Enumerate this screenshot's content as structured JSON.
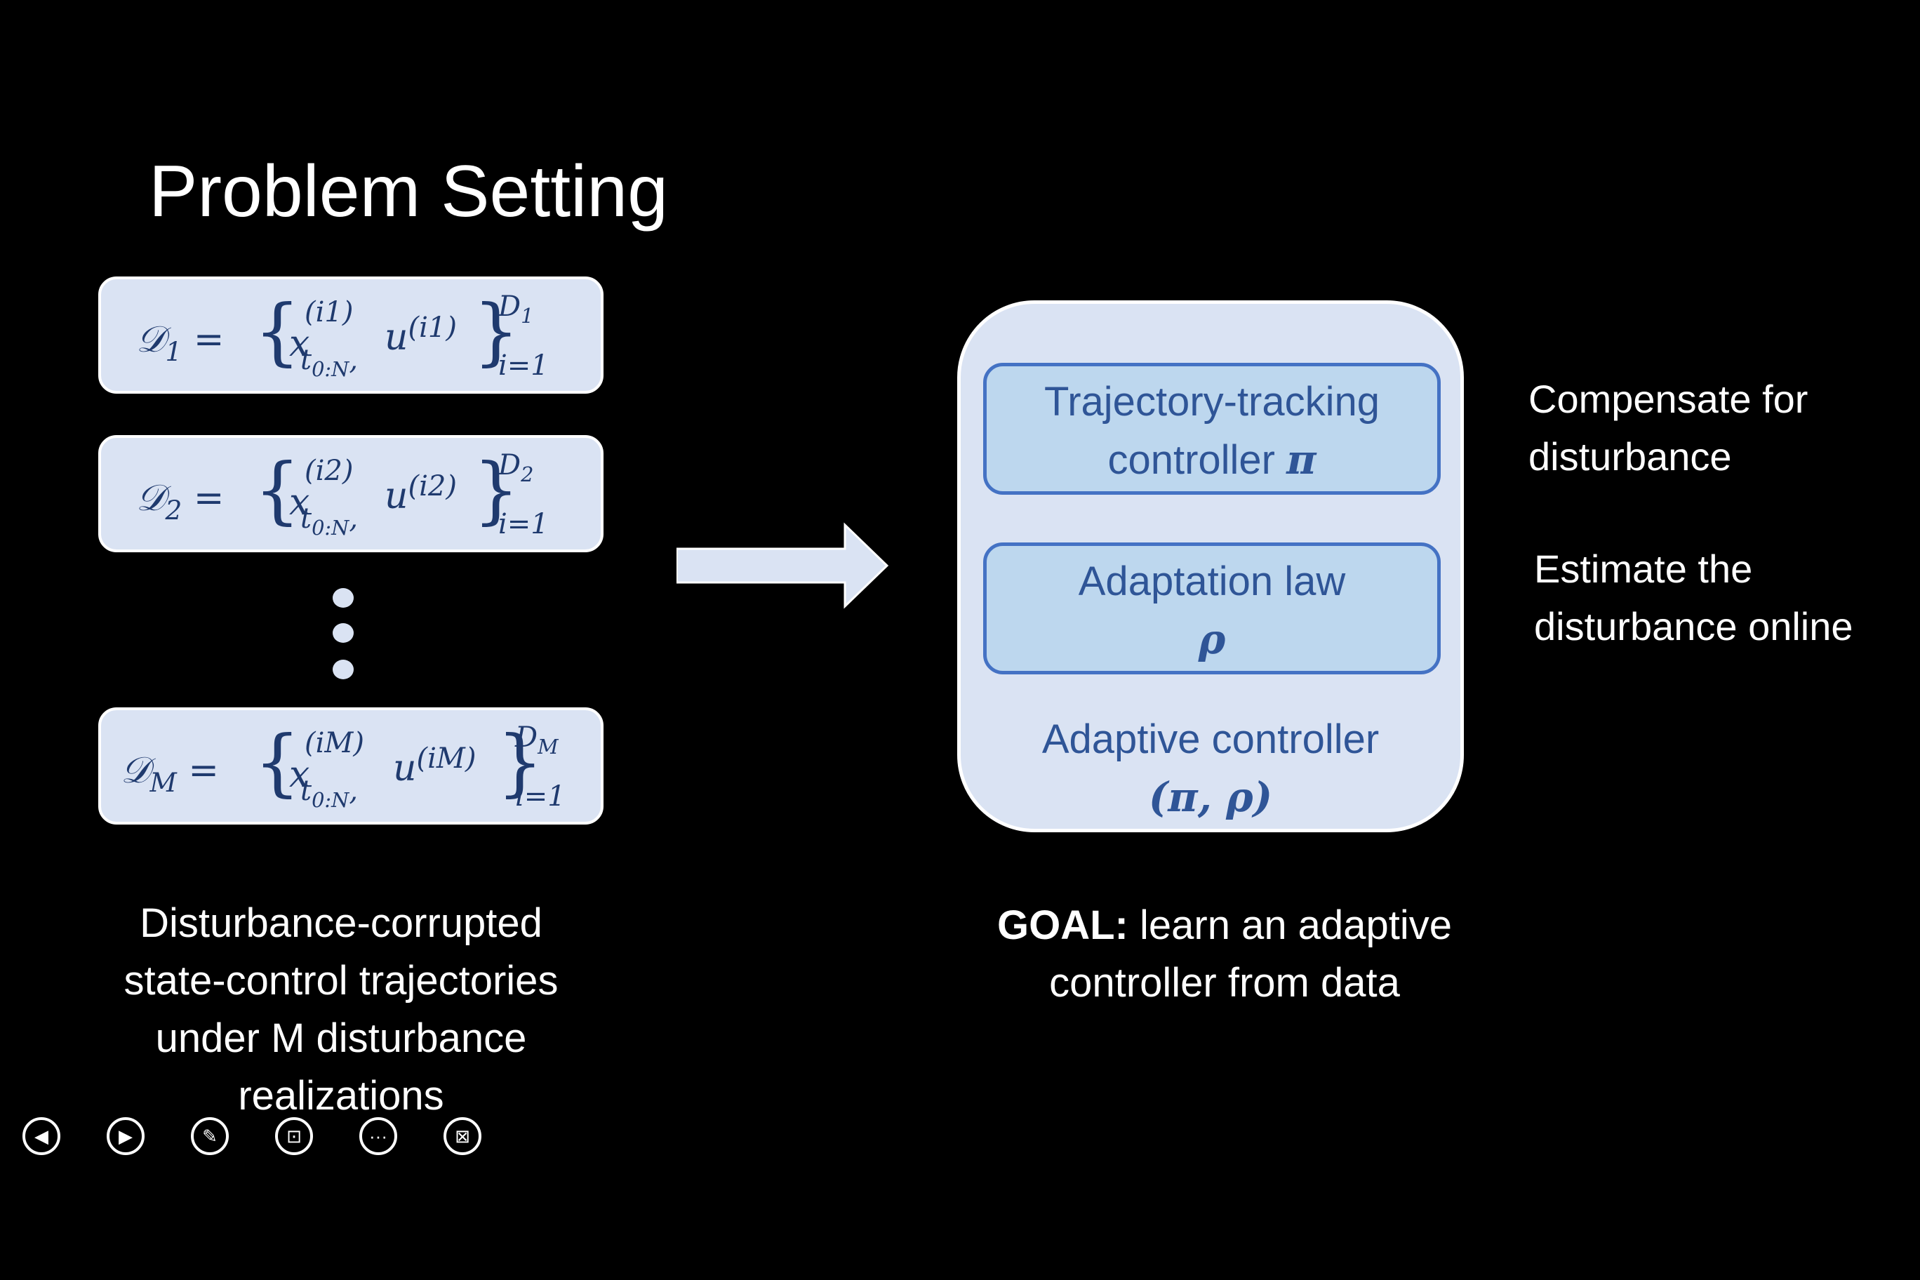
{
  "slide": {
    "title": "Problem Setting"
  },
  "datasets": [
    {
      "lhs": "𝒟",
      "lhs_sub": "1",
      "sup": "(i1)",
      "size_sup": "D",
      "size_sup_sub": "1"
    },
    {
      "lhs": "𝒟",
      "lhs_sub": "2",
      "sup": "(i2)",
      "size_sup": "D",
      "size_sup_sub": "2"
    },
    {
      "lhs": "𝒟",
      "lhs_sub": "M",
      "sup": "(iM)",
      "size_sup": "D",
      "size_sup_sub": "M"
    }
  ],
  "formula_common": {
    "equals": "=",
    "x": "x",
    "time_range": "t",
    "time_range_sub": "0:N",
    "comma": ",",
    "u": "u",
    "index_lower": "i=1"
  },
  "diagram": {
    "box1_line1": "Trajectory-tracking",
    "box1_line2": "controller",
    "box1_symbol": "π",
    "box2_line1": "Adaptation law",
    "box2_symbol": "ρ",
    "outer_label": "Adaptive controller",
    "outer_symbol": "(π, ρ)"
  },
  "notes": {
    "compensate_line1": "Compensate for",
    "compensate_line2": "disturbance",
    "estimate_line1": "Estimate the",
    "estimate_line2": "disturbance online"
  },
  "captions": {
    "left": [
      "Disturbance-corrupted",
      "state-control trajectories",
      "under M disturbance",
      "realizations"
    ],
    "goal_bold": "GOAL:",
    "goal_rest": " learn an adaptive",
    "goal_line2": "controller from data"
  },
  "controls": [
    {
      "name": "previous-slide-icon",
      "glyph": "◀"
    },
    {
      "name": "next-slide-icon",
      "glyph": "▶"
    },
    {
      "name": "pen-icon",
      "glyph": "✎"
    },
    {
      "name": "zoom-icon",
      "glyph": "⊡"
    },
    {
      "name": "more-options-icon",
      "glyph": "···"
    },
    {
      "name": "end-slideshow-icon",
      "glyph": "⊠"
    }
  ]
}
